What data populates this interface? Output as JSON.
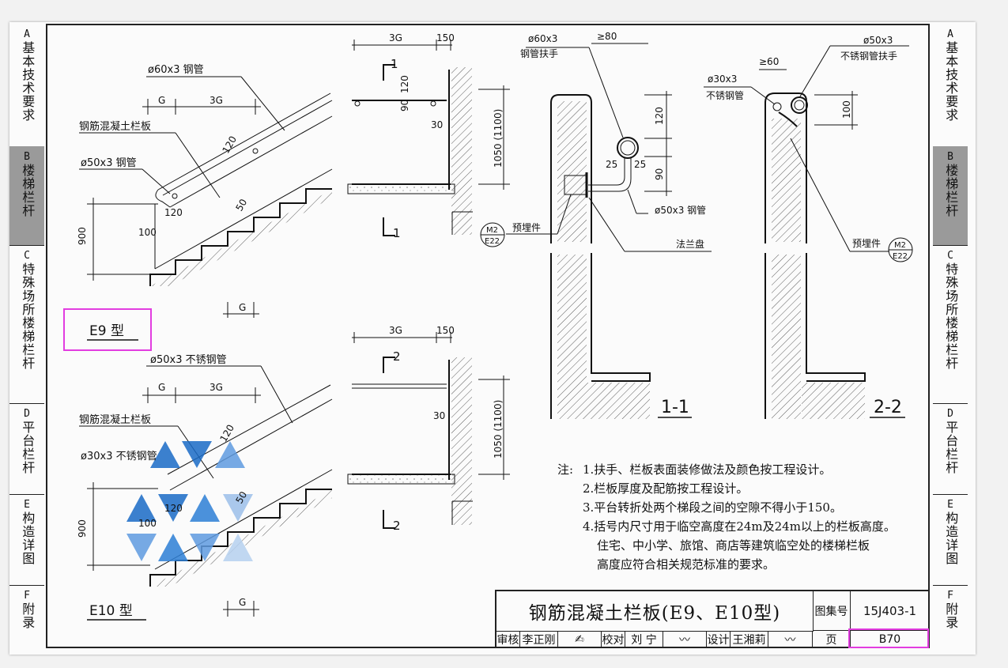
{
  "sections": [
    {
      "letter": "A",
      "label": "基本技术要求",
      "active": false
    },
    {
      "letter": "B",
      "label": "楼梯栏杆",
      "active": true
    },
    {
      "letter": "C",
      "label": "特殊场所楼梯栏杆",
      "active": false
    },
    {
      "letter": "D",
      "label": "平台栏杆",
      "active": false
    },
    {
      "letter": "E",
      "label": "构造详图",
      "active": false
    },
    {
      "letter": "F",
      "label": "附录",
      "active": false
    }
  ],
  "e9": {
    "type_label": "E9 型",
    "pipe60": "ø60x3 钢管",
    "slab": "钢筋混凝土栏板",
    "pipe50": "ø50x3 钢管",
    "dim_g": "G",
    "dim_3g": "3G",
    "dim_120": "120",
    "dim_50": "50",
    "dim_100": "100",
    "dim_900": "900"
  },
  "e10": {
    "type_label": "E10 型",
    "pipe50": "ø50x3 不锈钢管",
    "slab": "钢筋混凝土栏板",
    "pipe30": "ø30x3 不锈钢管",
    "dim_g": "G",
    "dim_3g": "3G",
    "dim_120": "120",
    "dim_50": "50",
    "dim_100": "100",
    "dim_900": "900"
  },
  "plan1": {
    "dim_3g": "3G",
    "dim_150": "150",
    "dim_120": "120",
    "dim_90": "90",
    "dim_30": "30",
    "dim_h": "1050 (1100)",
    "mark_top": "1",
    "mark_bot": "1"
  },
  "plan2": {
    "dim_3g": "3G",
    "dim_150": "150",
    "dim_30": "30",
    "dim_h": "1050 (1100)",
    "mark_top": "2",
    "mark_bot": "2"
  },
  "sec1": {
    "title": "1-1",
    "pipe60": "ø60x3",
    "pipe60b": "钢管扶手",
    "dim_80": "≥80",
    "dim_120": "120",
    "dim_25a": "25",
    "dim_25b": "25",
    "dim_90": "90",
    "pipe50": "ø50x3 钢管",
    "embed": "预埋件",
    "flange": "法兰盘",
    "ref_top": "M2",
    "ref_bot": "E22"
  },
  "sec2": {
    "title": "2-2",
    "pipe50": "ø50x3",
    "pipe50b": "不锈钢管扶手",
    "dim_60": "≥60",
    "pipe30": "ø30x3",
    "pipe30b": "不锈钢管",
    "dim_100": "100",
    "embed": "预埋件",
    "ref_top": "M2",
    "ref_bot": "E22"
  },
  "notes": {
    "label": "注:",
    "items": [
      "1.扶手、栏板表面装修做法及颜色按工程设计。",
      "2.栏板厚度及配筋按工程设计。",
      "3.平台转折处两个梯段之间的空隙不得小于150。",
      "4.括号内尺寸用于临空高度在24m及24m以上的栏板高度。",
      "住宅、中小学、旅馆、商店等建筑临空处的楼梯栏板",
      "高度应符合相关规范标准的要求。"
    ]
  },
  "title_block": {
    "title": "钢筋混凝土栏板(E9、E10型)",
    "atlas_label": "图集号",
    "atlas_value": "15J403-1",
    "review_label": "审核",
    "reviewer": "李正刚",
    "check_label": "校对",
    "checker": "刘 宁",
    "design_label": "设计",
    "designer": "王湘莉",
    "page_label": "页",
    "page_value": "B70"
  },
  "colors": {
    "highlight": "#e23de0",
    "watermark": "#1565c0",
    "active_tab": "#9a9a9a"
  }
}
